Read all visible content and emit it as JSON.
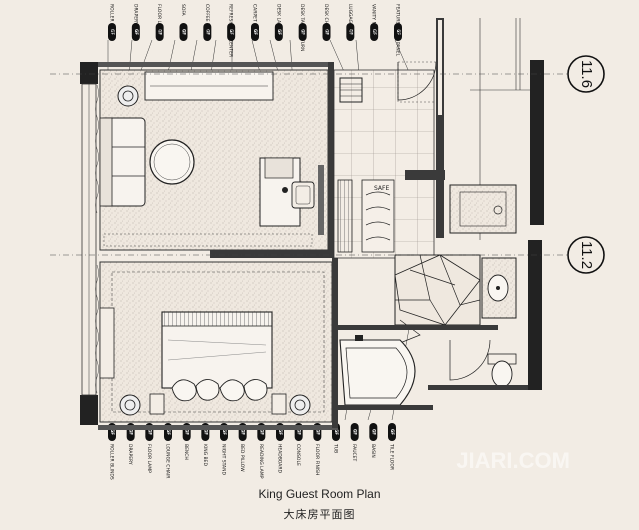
{
  "caption": {
    "english": "King Guest Room Plan",
    "chinese": "大床房平面图"
  },
  "grid_labels": [
    "11.6",
    "11.2"
  ],
  "watermark": "JIARI.COM",
  "top_tags": [
    {
      "code": "GF",
      "label": "ROLLER BLINDS"
    },
    {
      "code": "GF",
      "label": "DRAPERY"
    },
    {
      "code": "GF",
      "label": "FLOOR LAMP"
    },
    {
      "code": "GF",
      "label": "SOFA"
    },
    {
      "code": "GF",
      "label": "COFFEE TABLE"
    },
    {
      "code": "GF",
      "label": "REFRESHMENT CENTER"
    },
    {
      "code": "GF",
      "label": "CARPET"
    },
    {
      "code": "GF",
      "label": "DESK LAMP"
    },
    {
      "code": "GF",
      "label": "DESK TABLE RETURN"
    },
    {
      "code": "GF",
      "label": "DESK CHAIR"
    },
    {
      "code": "GF",
      "label": "LUGGAGE RACK"
    },
    {
      "code": "GF",
      "label": "VANITY MIRROR"
    },
    {
      "code": "GF",
      "label": "FEATURE GLASS PANEL"
    }
  ],
  "bottom_tags": [
    {
      "code": "GF",
      "label": "ROLLER BLINDS"
    },
    {
      "code": "GF",
      "label": "DRAPERY"
    },
    {
      "code": "GF",
      "label": "FLOOR LAMP"
    },
    {
      "code": "GF",
      "label": "LOUNGE CHAIR"
    },
    {
      "code": "GF",
      "label": "BENCH"
    },
    {
      "code": "GF",
      "label": "KING BED"
    },
    {
      "code": "GF",
      "label": "NIGHT STAND"
    },
    {
      "code": "GF",
      "label": "BED PILLOW"
    },
    {
      "code": "GF",
      "label": "READING LAMP"
    },
    {
      "code": "GF",
      "label": "HEADBOARD"
    },
    {
      "code": "GF",
      "label": "CONSOLE"
    },
    {
      "code": "GF",
      "label": "FLOOR FINISH"
    },
    {
      "code": "GF",
      "label": "TUB"
    },
    {
      "code": "GF",
      "label": "FAUCET"
    },
    {
      "code": "GF",
      "label": "BASIN"
    },
    {
      "code": "GF",
      "label": "TILE FLOOR"
    }
  ]
}
